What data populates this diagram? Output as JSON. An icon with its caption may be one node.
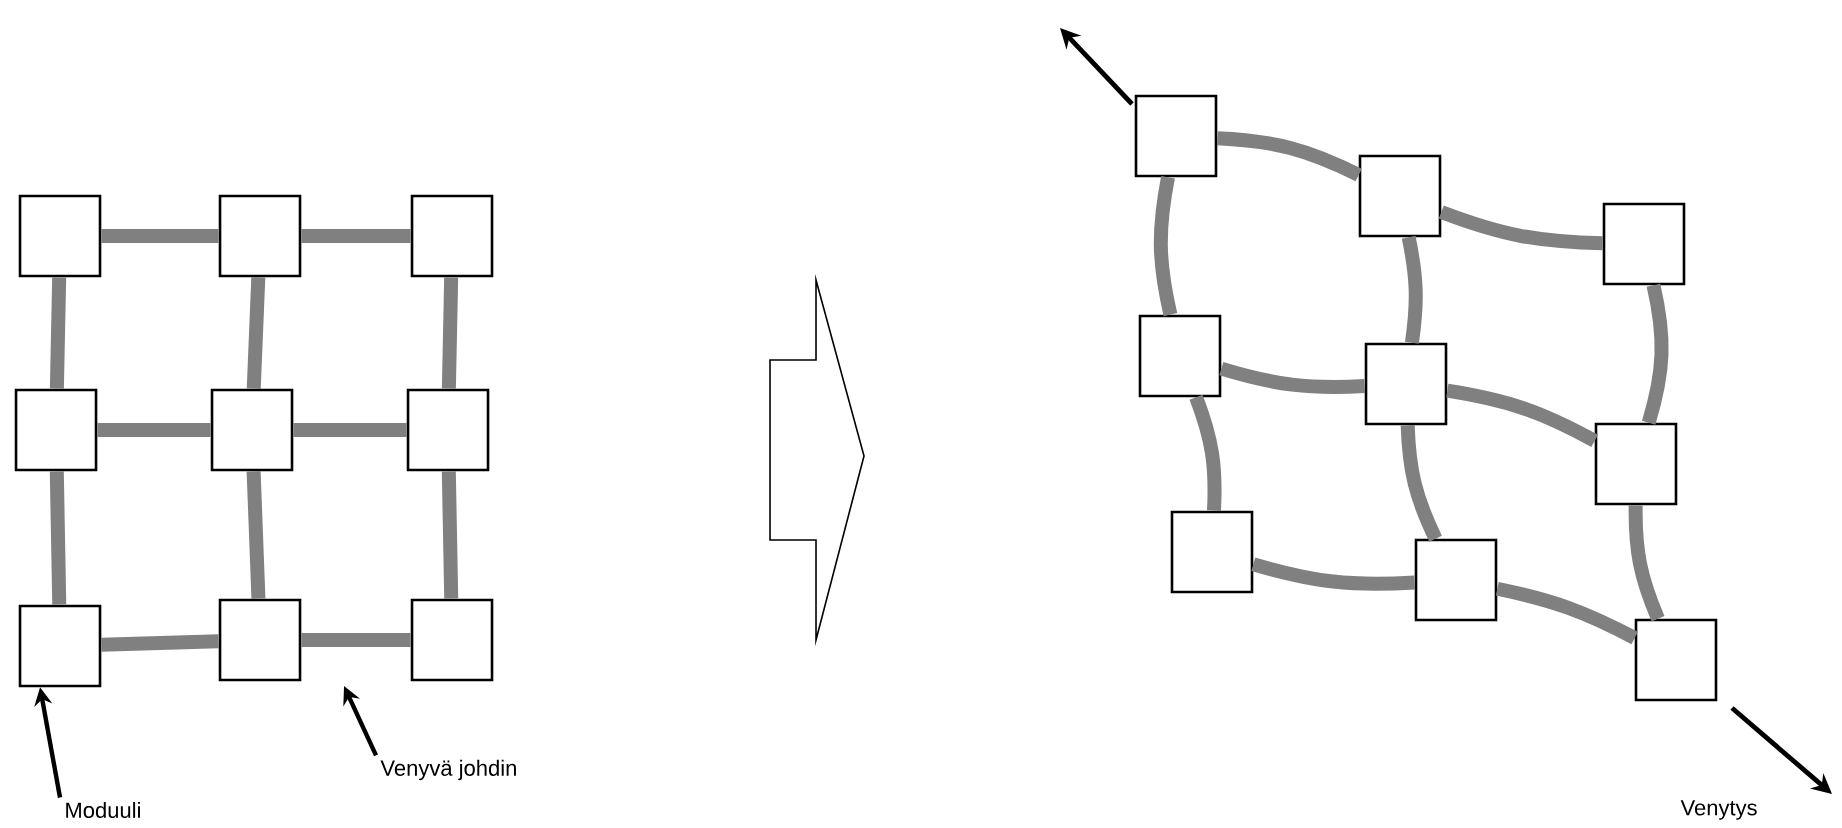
{
  "diagram": {
    "nodes": [
      {
        "text": [],
        "shape": "box"
      },
      {
        "text": [],
        "shape": "box"
      },
      {
        "text": [],
        "shape": "box"
      },
      {
        "text": [],
        "shape": "box"
      },
      {
        "text": [],
        "shape": "box"
      },
      {
        "text": [],
        "shape": "box"
      },
      {
        "text": [],
        "shape": "box"
      },
      {
        "text": [],
        "shape": "box"
      },
      {
        "text": [],
        "shape": "box"
      },
      {
        "text": [],
        "shape": "box"
      },
      {
        "text": [],
        "shape": "box"
      },
      {
        "text": [],
        "shape": "box"
      },
      {
        "text": [],
        "shape": "box"
      },
      {
        "text": [],
        "shape": "box"
      },
      {
        "text": [],
        "shape": "box"
      },
      {
        "text": [],
        "shape": "box"
      },
      {
        "text": [],
        "shape": "box"
      },
      {
        "text": [],
        "shape": "box"
      },
      {
        "text": [
          "Moduuli"
        ]
      },
      {
        "text": [
          "Venyvä johdin"
        ]
      }
    ],
    "edges": [
      {
        "from": 0,
        "to": 1,
        "arrow": "none"
      },
      {
        "from": 1,
        "to": 2,
        "arrow": "none"
      },
      {
        "from": 3,
        "to": 4,
        "arrow": "none"
      },
      {
        "from": 4,
        "to": 5,
        "arrow": "none"
      },
      {
        "from": 6,
        "to": 7,
        "arrow": "none"
      },
      {
        "from": 7,
        "to": 8,
        "arrow": "none"
      },
      {
        "from": 0,
        "to": 3,
        "arrow": "none"
      },
      {
        "from": 3,
        "to": 6,
        "arrow": "none"
      },
      {
        "from": 1,
        "to": 4,
        "arrow": "none"
      },
      {
        "from": 4,
        "to": 7,
        "arrow": "none"
      },
      {
        "from": 2,
        "to": 5,
        "arrow": "none"
      },
      {
        "from": 5,
        "to": 8,
        "arrow": "none"
      },
      {
        "from": 9,
        "to": 10,
        "arrow": "none"
      },
      {
        "from": 10,
        "to": 11,
        "arrow": "none"
      },
      {
        "from": 12,
        "to": 13,
        "arrow": "none"
      },
      {
        "from": 13,
        "to": 14,
        "arrow": "none"
      },
      {
        "from": 15,
        "to": 16,
        "arrow": "none"
      },
      {
        "from": 16,
        "to": 17,
        "arrow": "none"
      },
      {
        "from": 9,
        "to": 12,
        "arrow": "none"
      },
      {
        "from": 12,
        "to": 15,
        "arrow": "none"
      },
      {
        "from": 10,
        "to": 13,
        "arrow": "none"
      },
      {
        "from": 13,
        "to": 16,
        "arrow": "none"
      },
      {
        "from": 11,
        "to": 14,
        "arrow": "none"
      },
      {
        "from": 14,
        "to": 17,
        "arrow": "none"
      },
      {
        "from": 18,
        "to": 6,
        "arrow": "to",
        "color": "#000000"
      },
      {
        "from": 19,
        "to": null,
        "arrow": "to",
        "color": "#000000"
      }
    ],
    "labels": [
      "Venytys"
    ]
  }
}
